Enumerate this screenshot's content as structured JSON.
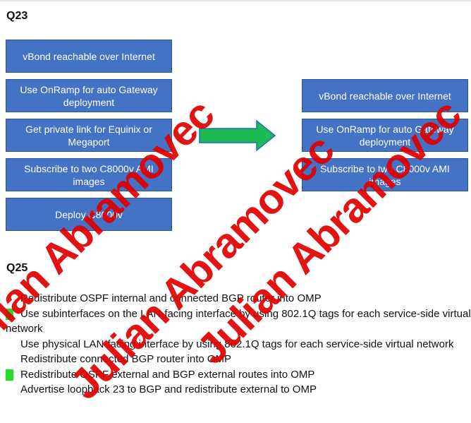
{
  "q23": {
    "title": "Q23",
    "left_options": [
      "vBond reachable over Internet",
      "Use OnRamp for auto Gateway deployment",
      "Get private link for Equinix or Megaport",
      "Subscribe to two C8000v AMI images",
      "Deploy C8000v"
    ],
    "right_answers": [
      "vBond reachable over Internet",
      "Use OnRamp for auto Gateway deployment",
      "Subscribe to two C8000v AMI images"
    ]
  },
  "q25": {
    "title": "Q25",
    "options": [
      {
        "text": "Redistribute OSPF internal and connected BGP router into OMP",
        "selected": false
      },
      {
        "text": "Use subinterfaces on the LAN-facing interface by using 802.1Q tags for each service-side virtual network",
        "selected": true
      },
      {
        "text": "Use physical LAN-facing interface by using 802.1Q tags for each service-side virtual network",
        "selected": false
      },
      {
        "text": "Redistribute connected BGP router into OMP",
        "selected": false
      },
      {
        "text": "Redistribute OSPF external and BGP external routes into OMP",
        "selected": true
      },
      {
        "text": "Advertise loopback 23 to BGP and redistribute external to OMP",
        "selected": false
      }
    ]
  },
  "watermark": "Julian Abramovec",
  "colors": {
    "box": "#4472c4",
    "arrow": "#1db954",
    "marker": "#22dd22",
    "watermark": "#e00000"
  }
}
